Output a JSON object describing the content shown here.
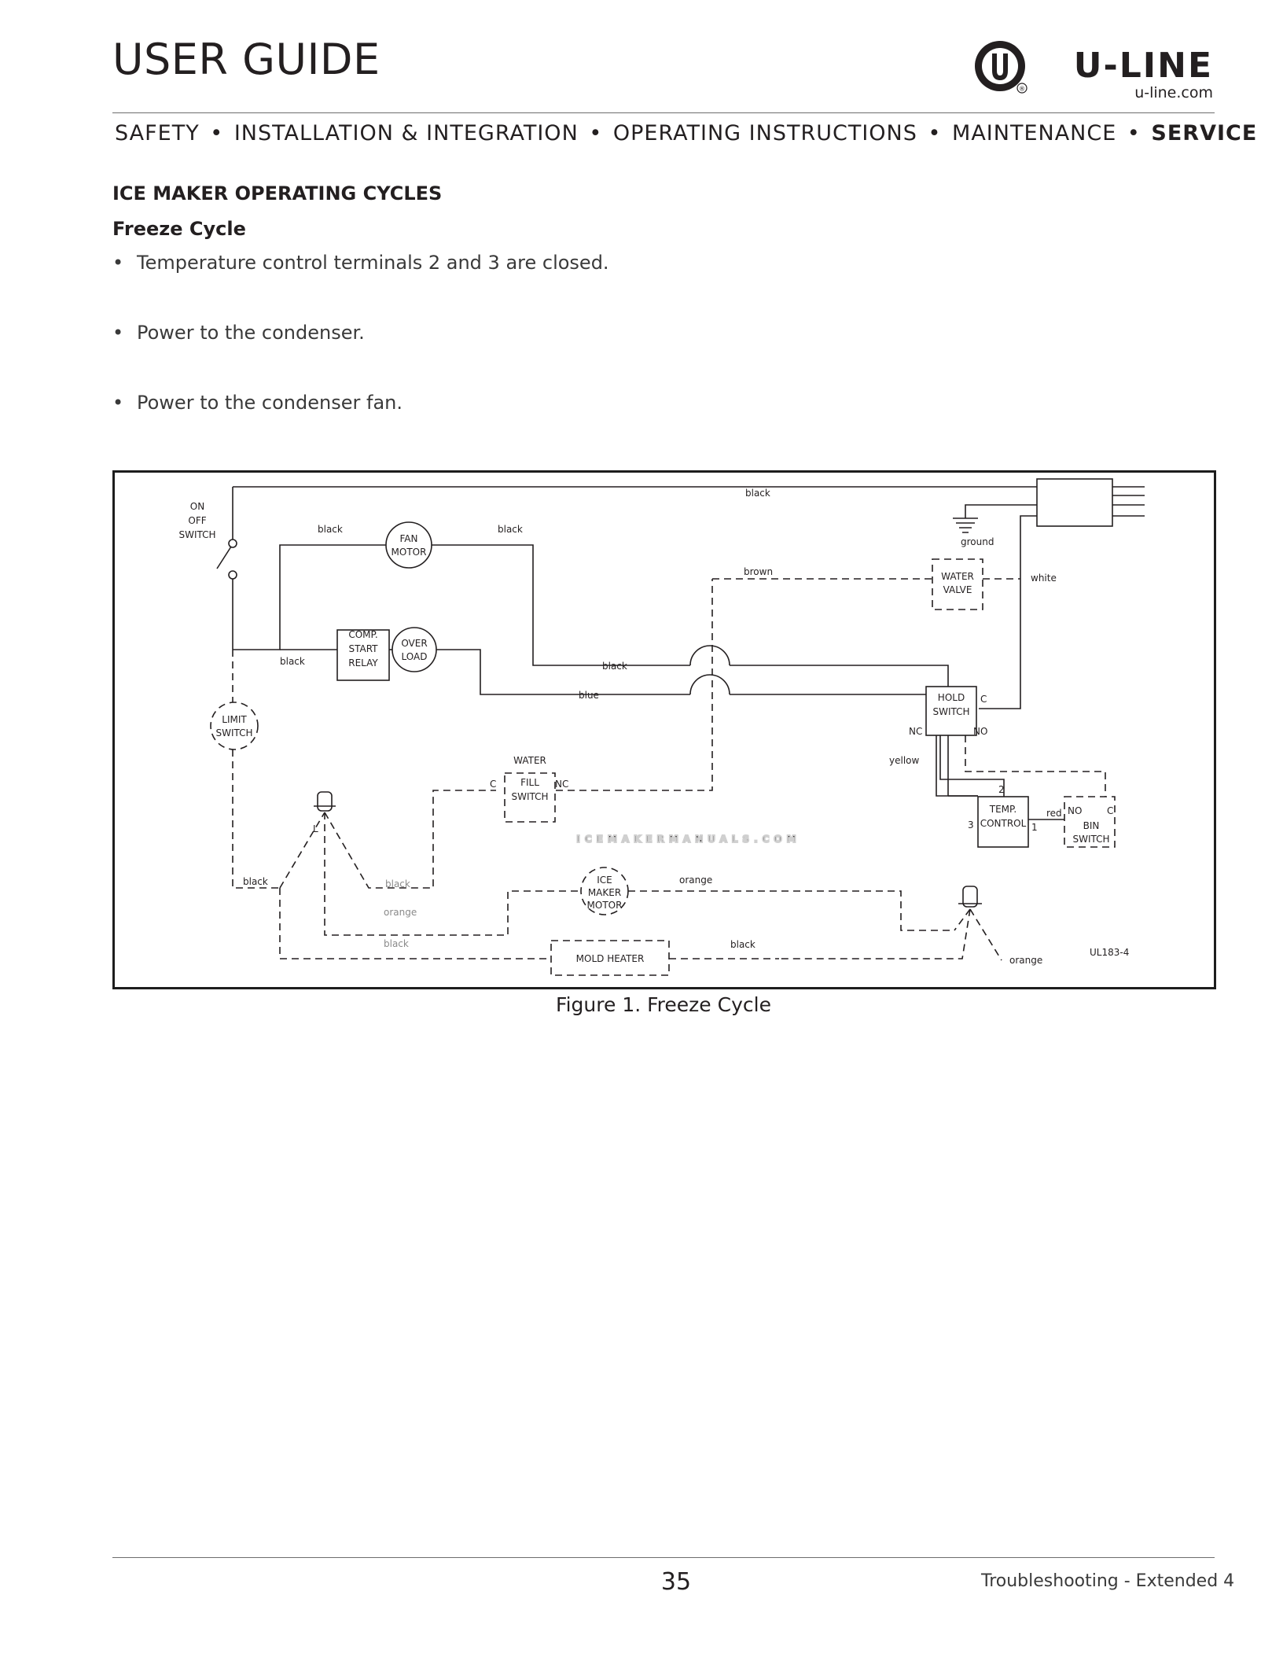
{
  "header": {
    "title": "USER GUIDE",
    "brand": "U-LINE",
    "brand_url": "u-line.com",
    "registered_mark": "®"
  },
  "nav": {
    "items": [
      "SAFETY",
      "INSTALLATION & INTEGRATION",
      "OPERATING INSTRUCTIONS",
      "MAINTENANCE",
      "SERVICE"
    ],
    "separator": "•",
    "active": "SERVICE"
  },
  "content": {
    "section_heading": "ICE MAKER OPERATING CYCLES",
    "subheading": "Freeze Cycle",
    "bullets": [
      "Temperature control terminals 2 and 3 are closed.",
      "Power to the condenser.",
      "Power to the condenser fan."
    ],
    "bullet_glyph": "•"
  },
  "figure": {
    "caption": "Figure 1. Freeze Cycle",
    "code": "UL183-4",
    "watermark": "ICEMAKERMANUALS.COM",
    "components": {
      "on_off_switch": [
        "ON",
        "OFF",
        "SWITCH"
      ],
      "fan_motor": [
        "FAN",
        "MOTOR"
      ],
      "comp_start_relay": [
        "COMP.",
        "START",
        "RELAY"
      ],
      "overload": [
        "OVER",
        "LOAD"
      ],
      "limit_switch": [
        "LIMIT",
        "SWITCH"
      ],
      "water_valve": [
        "WATER",
        "VALVE"
      ],
      "hold_switch": [
        "HOLD",
        "SWITCH"
      ],
      "water_fill_switch": [
        "WATER",
        "FILL",
        "SWITCH"
      ],
      "temp_control": [
        "TEMP.",
        "CONTROL"
      ],
      "bin_switch": [
        "BIN",
        "SWITCH"
      ],
      "ice_maker_motor": [
        "ICE",
        "MAKER",
        "MOTOR"
      ],
      "mold_heater": "MOLD HEATER"
    },
    "wire_labels": {
      "top_black": "black",
      "fan_left_black": "black",
      "fan_right_black": "black",
      "ground": "ground",
      "brown": "brown",
      "white": "white",
      "relay_black": "black",
      "mid_black": "black",
      "blue": "blue",
      "yellow": "yellow",
      "red": "red",
      "limit_black": "black",
      "motor_orange": "orange",
      "fill_black": "black",
      "lower_orange": "orange",
      "bottom_black_left": "black",
      "bottom_black_right": "black",
      "bottom_orange": "orange"
    },
    "terminals": {
      "hold_c": "C",
      "hold_nc": "NC",
      "hold_no": "NO",
      "fill_c": "C",
      "fill_nc": "NC",
      "temp_1": "1",
      "temp_2": "2",
      "temp_3": "3",
      "bin_no": "NO",
      "bin_c": "C",
      "thermostat_l": "L"
    }
  },
  "footer": {
    "page_number": "35",
    "section": "Troubleshooting - Extended 4"
  }
}
